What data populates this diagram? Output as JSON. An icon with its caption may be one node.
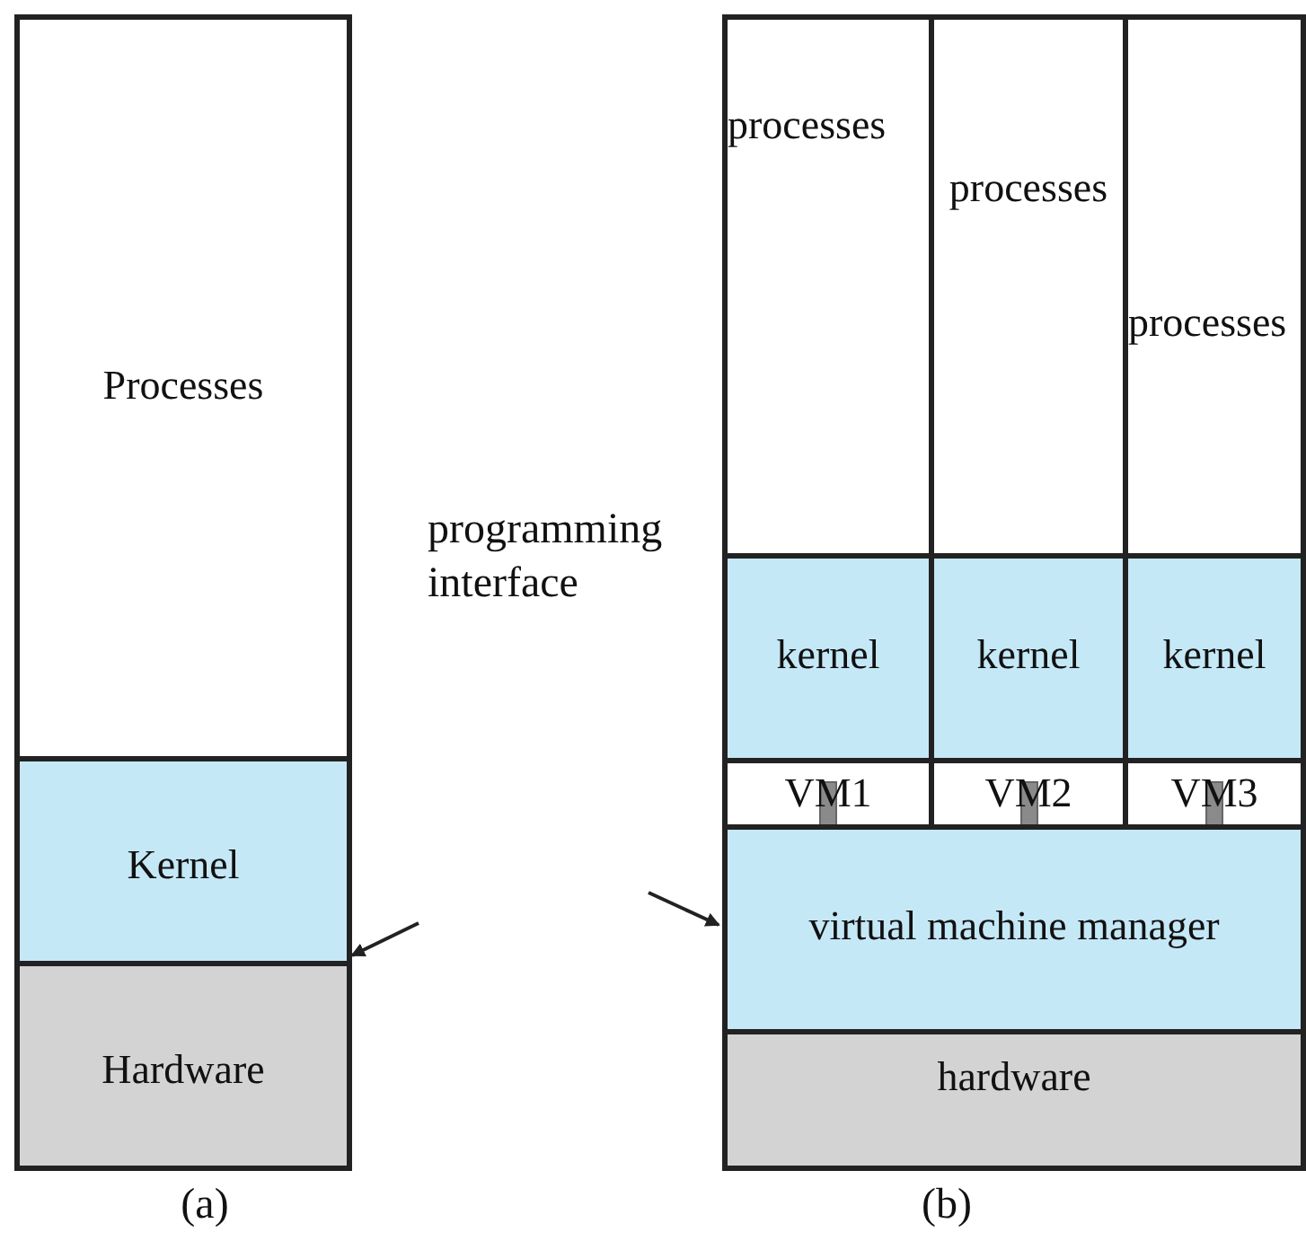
{
  "diagram": {
    "nodes": [
      {
        "text": [
          "Processes"
        ]
      },
      {
        "text": [
          "Kernel"
        ]
      },
      {
        "text": [
          "Hardware"
        ]
      },
      {
        "text": [
          "processes"
        ]
      },
      {
        "text": [
          "processes"
        ]
      },
      {
        "text": [
          "processes"
        ]
      },
      {
        "text": [
          "kernel"
        ]
      },
      {
        "text": [
          "kernel"
        ]
      },
      {
        "text": [
          "kernel"
        ]
      },
      {
        "text": [
          "VM1"
        ]
      },
      {
        "text": [
          "VM2"
        ]
      },
      {
        "text": [
          "VM3"
        ]
      },
      {
        "text": [
          "virtual machine manager"
        ]
      },
      {
        "text": [
          "hardware"
        ]
      }
    ],
    "edges": [
      {
        "from": null,
        "to": 1,
        "arrow": "to"
      },
      {
        "from": null,
        "to": 12,
        "arrow": "to"
      }
    ],
    "labels": [
      "programming interface",
      "(a)",
      "(b)"
    ]
  }
}
